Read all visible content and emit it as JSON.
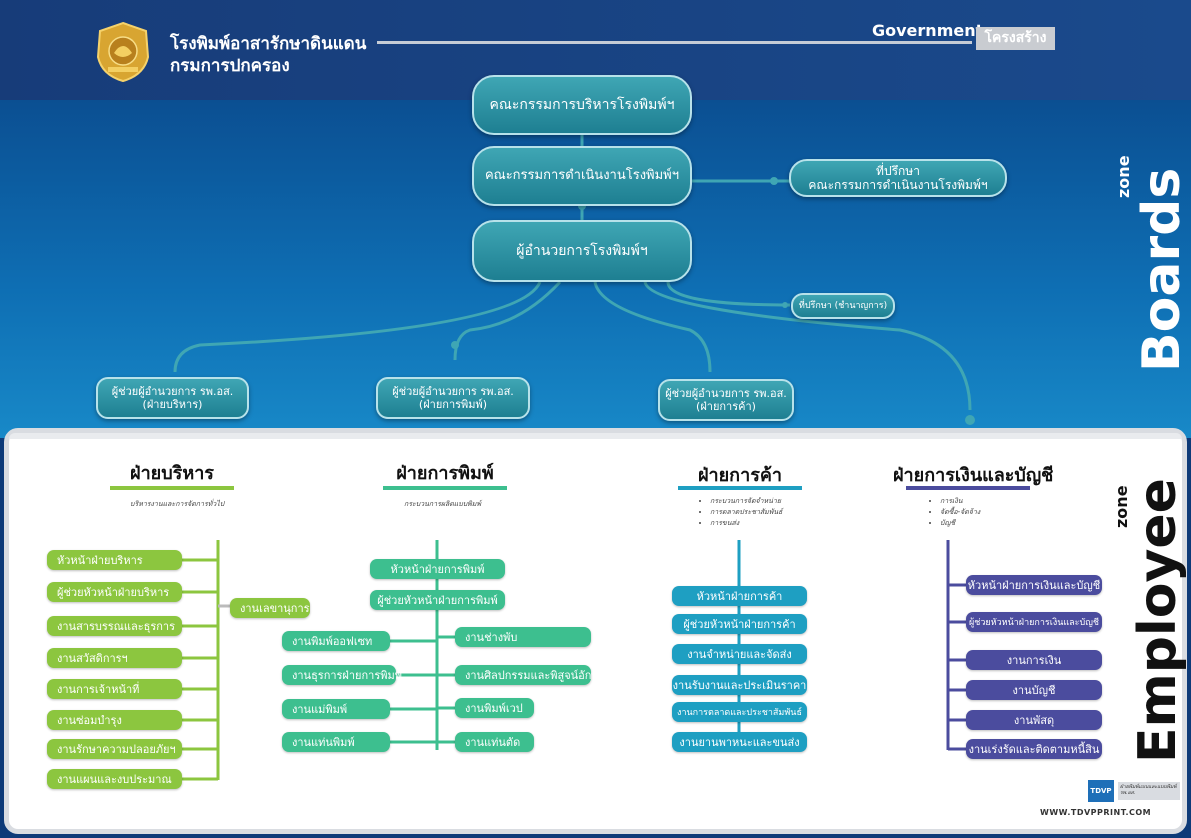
{
  "header": {
    "org_line1": "โรงพิมพ์อาสารักษาดินแดน",
    "org_line2": "กรมการปกครอง",
    "government": "Government",
    "structure_badge": "โครงสร้าง"
  },
  "zones": {
    "boards": "Boards",
    "zone_label": "zone",
    "employee": "Employee"
  },
  "board_nodes": {
    "board_directors": "คณะกรรมการบริหารโรงพิมพ์ฯ",
    "operations_committee": "คณะกรรมการดำเนินงานโรงพิมพ์ฯ",
    "advisor_line1": "ที่ปรึกษา",
    "advisor_line2": "คณะกรรมการดำเนินงานโรงพิมพ์ฯ",
    "director": "ผู้อำนวยการโรงพิมพ์ฯ",
    "expert_advisor": "ที่ปรึกษา (ชำนาญการ)",
    "assistant_admin_line1": "ผู้ช่วยผู้อำนวยการ รพ.อส.",
    "assistant_admin_line2": "(ฝ่ายบริหาร)",
    "assistant_print_line1": "ผู้ช่วยผู้อำนวยการ รพ.อส.",
    "assistant_print_line2": "(ฝ่ายการพิมพ์)",
    "assistant_trade_line1": "ผู้ช่วยผู้อำนวยการ รพ.อส.",
    "assistant_trade_line2": "(ฝ่ายการค้า)"
  },
  "departments": {
    "admin": {
      "title": "ฝ่ายบริหาร",
      "subtitle": "บริหารงานและการจัดการทั่วไป",
      "items": [
        "หัวหน้าฝ่ายบริหาร",
        "ผู้ช่วยหัวหน้าฝ่ายบริหาร",
        "งานสารบรรณและธุรการ",
        "งานสวัสดิการฯ",
        "งานการเจ้าหน้าที่",
        "งานซ่อมบำรุง",
        "งานรักษาความปลอยภัยฯ",
        "งานแผนและงบประมาณ"
      ],
      "secretary": "งานเลขานุการ"
    },
    "printing": {
      "title": "ฝ่ายการพิมพ์",
      "subtitle": "กระบวนการผลิตแบบพิมพ์",
      "head": "หัวหน้าฝ่ายการพิมพ์",
      "assistant": "ผู้ช่วยหัวหน้าฝ่ายการพิมพ์",
      "left_items": [
        "งานพิมพ์ออฟเซท",
        "งานธุรการฝ่ายการพิมพ์",
        "งานแม่พิมพ์",
        "งานแท่นพิมพ์"
      ],
      "right_items": [
        "งานช่างพับ",
        "งานศิลปกรรมและพิสูจน์อักษร",
        "งานพิมพ์เวป",
        "งานแท่นตัด"
      ]
    },
    "trade": {
      "title": "ฝ่ายการค้า",
      "bullets": [
        "กระบวนการจัดจำหน่าย",
        "การตลาดประชาสัมพันธ์",
        "การขนส่ง"
      ],
      "items": [
        "หัวหน้าฝ่ายการค้า",
        "ผู้ช่วยหัวหน้าฝ่ายการค้า",
        "งานจำหน่ายและจัดส่ง",
        "งานรับงานและประเมินราคา",
        "งานการตลาดและประชาสัมพันธ์",
        "งานยานพาหนะและขนส่ง"
      ]
    },
    "finance": {
      "title": "ฝ่ายการเงินและบัญชี",
      "bullets": [
        "การเงิน",
        "จัดซื้อ-จัดจ้าง",
        "บัญชี"
      ],
      "items": [
        "หัวหน้าฝ่ายการเงินและบัญชี",
        "ผู้ช่วยหัวหน้าฝ่ายการเงินและบัญชี",
        "งานการเงิน",
        "งานบัญชี",
        "งานพัสดุ",
        "งานเร่งรัดและติดตามหนี้สิน"
      ]
    }
  },
  "footer": {
    "logo": "TDVP",
    "logo_caption": "ฝ่ายพิมพ์แบบและแบบพิมพ์ รพ.อส.",
    "website": "WWW.TDVPPRINT.COM"
  },
  "colors": {
    "admin": "#8cc63f",
    "printing": "#3dbf8f",
    "trade": "#1e9fc2",
    "finance": "#4b4c9e",
    "board_node": "#2a8fa1"
  }
}
